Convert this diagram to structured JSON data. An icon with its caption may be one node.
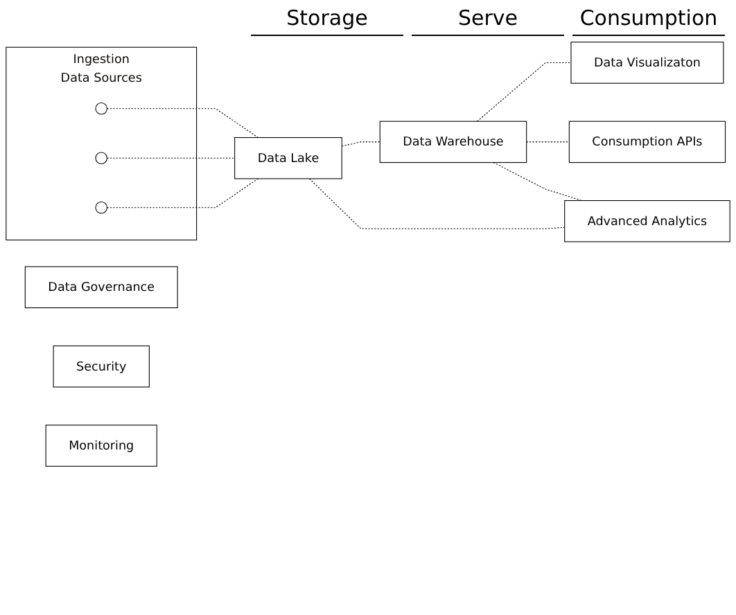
{
  "diagram": {
    "nodes": [
      {
        "text": [
          "Ingestion",
          "Data Sources"
        ]
      },
      {
        "text": [],
        "shape": "circle",
        "in": 0
      },
      {
        "text": [],
        "shape": "circle",
        "in": 0
      },
      {
        "text": [],
        "shape": "circle",
        "in": 0
      },
      {
        "text": [
          "Data Lake"
        ]
      },
      {
        "text": [
          "Data Warehouse"
        ]
      },
      {
        "text": [
          "Data Visualizaton"
        ]
      },
      {
        "text": [
          "Consumption APIs"
        ]
      },
      {
        "text": [
          "Advanced Analytics"
        ]
      },
      {
        "text": [
          "Data Governance"
        ]
      },
      {
        "text": [
          "Security"
        ]
      },
      {
        "text": [
          "Monitoring"
        ]
      }
    ],
    "edges": [
      {
        "from": 1,
        "to": 4,
        "arrow": "none",
        "style": "dashed"
      },
      {
        "from": 2,
        "to": 4,
        "arrow": "none",
        "style": "dashed"
      },
      {
        "from": 3,
        "to": 4,
        "arrow": "none",
        "style": "dashed"
      },
      {
        "from": 4,
        "to": 5,
        "arrow": "none",
        "style": "dashed"
      },
      {
        "from": 5,
        "to": 6,
        "arrow": "none",
        "style": "dashed"
      },
      {
        "from": 5,
        "to": 7,
        "arrow": "none",
        "style": "dashed"
      },
      {
        "from": 4,
        "to": 8,
        "arrow": "none",
        "style": "dashed"
      },
      {
        "from": 5,
        "to": 8,
        "arrow": "none",
        "style": "dashed"
      }
    ],
    "labels": [
      "Storage",
      "Serve",
      "Consumption"
    ]
  }
}
